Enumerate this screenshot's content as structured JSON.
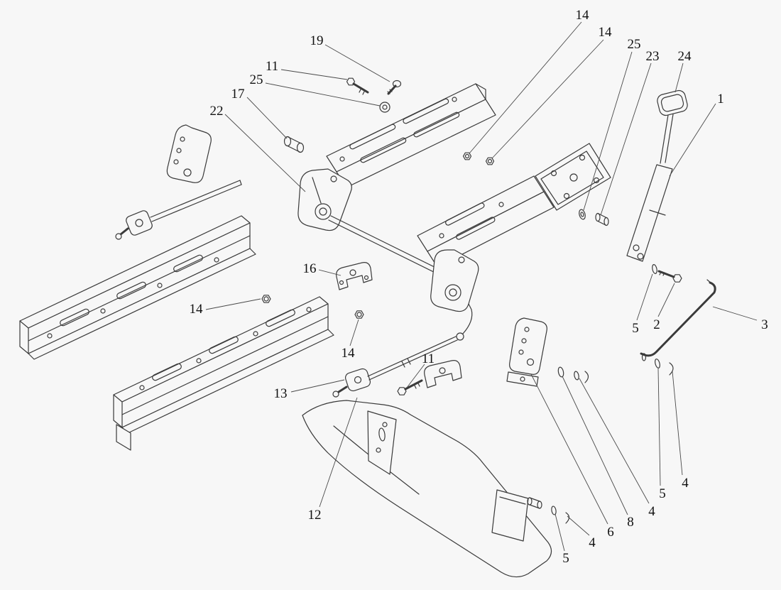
{
  "diagram": {
    "type": "exploded-parts-diagram",
    "background_color": "#f7f7f7",
    "line_color": "#3a3a3a",
    "label_color": "#111111"
  },
  "callouts": [
    {
      "label": "19"
    },
    {
      "label": "11"
    },
    {
      "label": "25"
    },
    {
      "label": "17"
    },
    {
      "label": "22"
    },
    {
      "label": "14"
    },
    {
      "label": "14"
    },
    {
      "label": "25"
    },
    {
      "label": "23"
    },
    {
      "label": "24"
    },
    {
      "label": "1"
    },
    {
      "label": "16"
    },
    {
      "label": "14"
    },
    {
      "label": "14"
    },
    {
      "label": "11"
    },
    {
      "label": "13"
    },
    {
      "label": "12"
    },
    {
      "label": "5"
    },
    {
      "label": "2"
    },
    {
      "label": "3"
    },
    {
      "label": "4"
    },
    {
      "label": "5"
    },
    {
      "label": "4"
    },
    {
      "label": "8"
    },
    {
      "label": "6"
    },
    {
      "label": "4"
    },
    {
      "label": "5"
    }
  ]
}
